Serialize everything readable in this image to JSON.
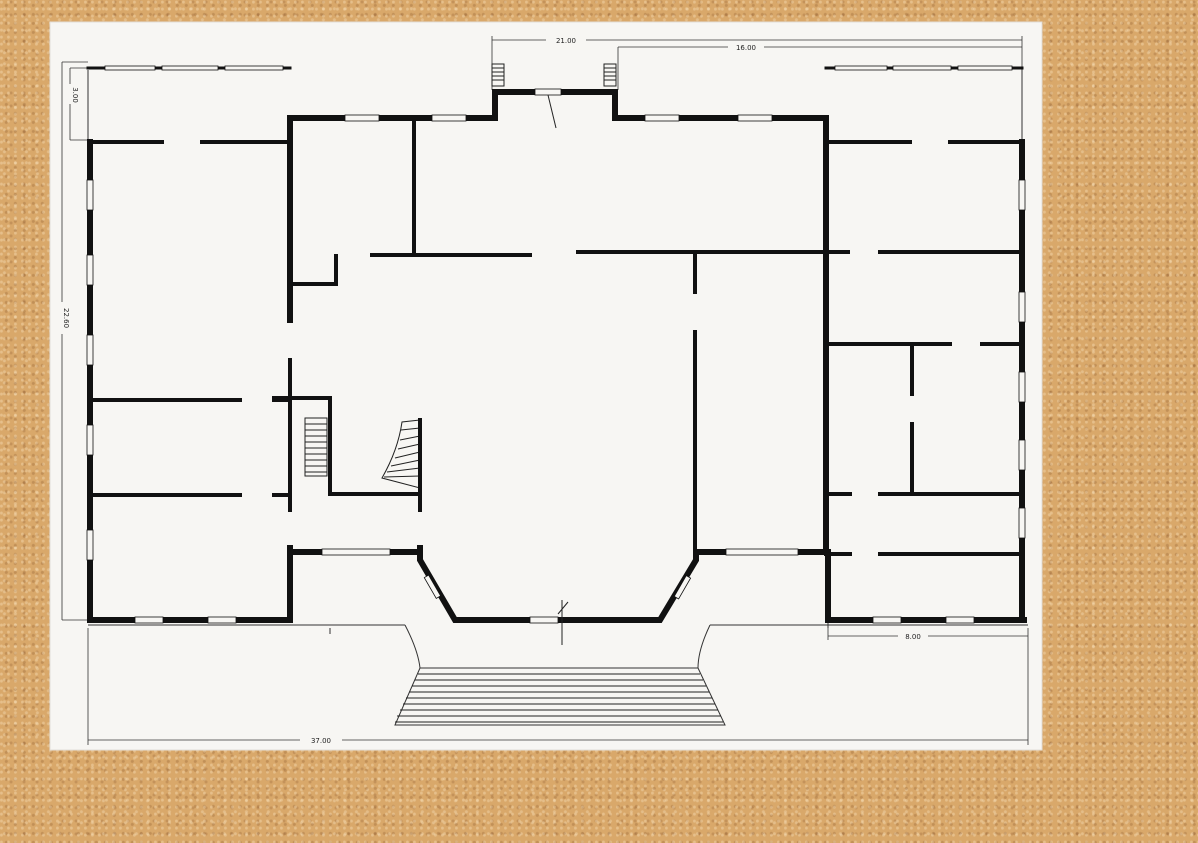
{
  "plan": {
    "dimensions": {
      "top_width": "21.00",
      "top_right_width": "16.00",
      "left_depth": "3.00",
      "overall_depth": "22.60",
      "overall_width": "37.00",
      "right_wing_width": "8.00"
    }
  },
  "colors": {
    "board": "#d9a86a",
    "paper": "#f7f6f3",
    "wall": "#111111"
  }
}
